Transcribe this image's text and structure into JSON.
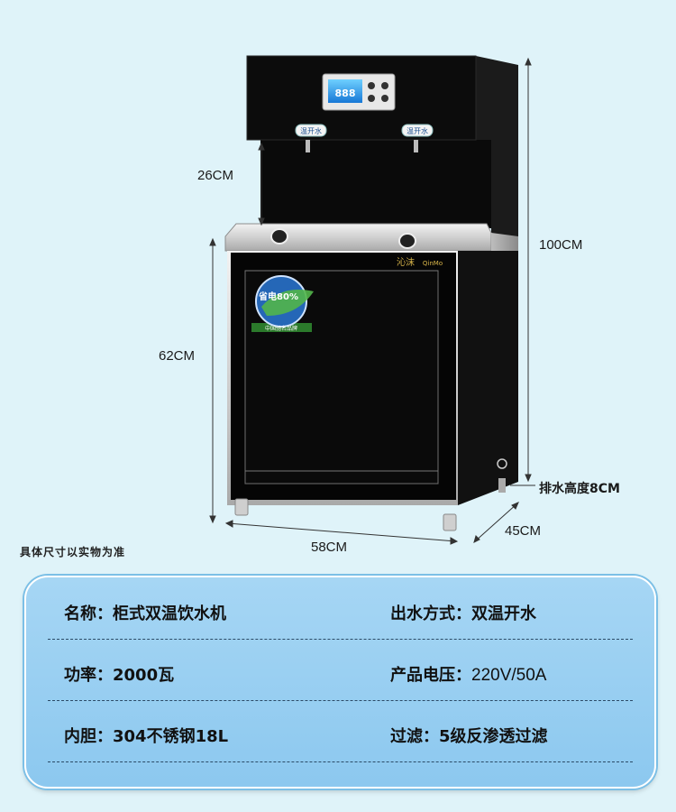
{
  "dimensions": {
    "spout_height": "26CM",
    "total_height": "100CM",
    "cabinet_height": "62CM",
    "drain_height": "排水高度8CM",
    "width": "58CM",
    "depth": "45CM"
  },
  "machine": {
    "display_digits": "888",
    "tap_left_label": "温开水",
    "tap_right_label": "温开水",
    "brand": "沁沫",
    "brand_latin": "QinMo",
    "badge_title": "省电80%",
    "badge_text": "中国驰名品牌"
  },
  "note": "具体尺寸以实物为准",
  "specs": [
    {
      "left": {
        "label": "名称：",
        "value": "柜式双温饮水机"
      },
      "right": {
        "label": "出水方式：",
        "value": "双温开水"
      }
    },
    {
      "left": {
        "label": "功率：",
        "value": "2000瓦"
      },
      "right": {
        "label": "产品电压：",
        "value": "220V/50A"
      }
    },
    {
      "left": {
        "label": "内胆：",
        "value": "304不锈钢18L"
      },
      "right": {
        "label": "过滤：",
        "value": "5级反渗透过滤"
      }
    }
  ],
  "colors": {
    "background": "#dff3f9",
    "card": "#9fd2f2",
    "machine_body": "#0d0d0d",
    "steel": "#c9c9c9"
  }
}
